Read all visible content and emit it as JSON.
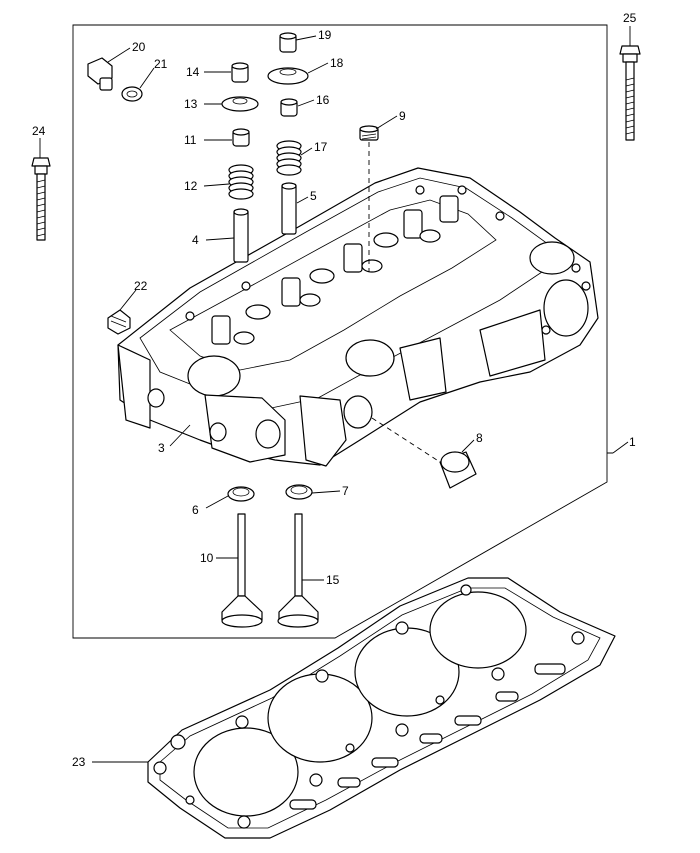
{
  "callouts": [
    {
      "id": "c1",
      "text": "1"
    },
    {
      "id": "c3",
      "text": "3"
    },
    {
      "id": "c4",
      "text": "4"
    },
    {
      "id": "c5",
      "text": "5"
    },
    {
      "id": "c6",
      "text": "6"
    },
    {
      "id": "c7",
      "text": "7"
    },
    {
      "id": "c8",
      "text": "8"
    },
    {
      "id": "c9",
      "text": "9"
    },
    {
      "id": "c10",
      "text": "10"
    },
    {
      "id": "c11",
      "text": "11"
    },
    {
      "id": "c12",
      "text": "12"
    },
    {
      "id": "c13",
      "text": "13"
    },
    {
      "id": "c14",
      "text": "14"
    },
    {
      "id": "c15",
      "text": "15"
    },
    {
      "id": "c16",
      "text": "16"
    },
    {
      "id": "c17",
      "text": "17"
    },
    {
      "id": "c18",
      "text": "18"
    },
    {
      "id": "c19",
      "text": "19"
    },
    {
      "id": "c20",
      "text": "20"
    },
    {
      "id": "c21",
      "text": "21"
    },
    {
      "id": "c22",
      "text": "22"
    },
    {
      "id": "c23",
      "text": "23"
    },
    {
      "id": "c24",
      "text": "24"
    },
    {
      "id": "c25",
      "text": "25"
    }
  ]
}
